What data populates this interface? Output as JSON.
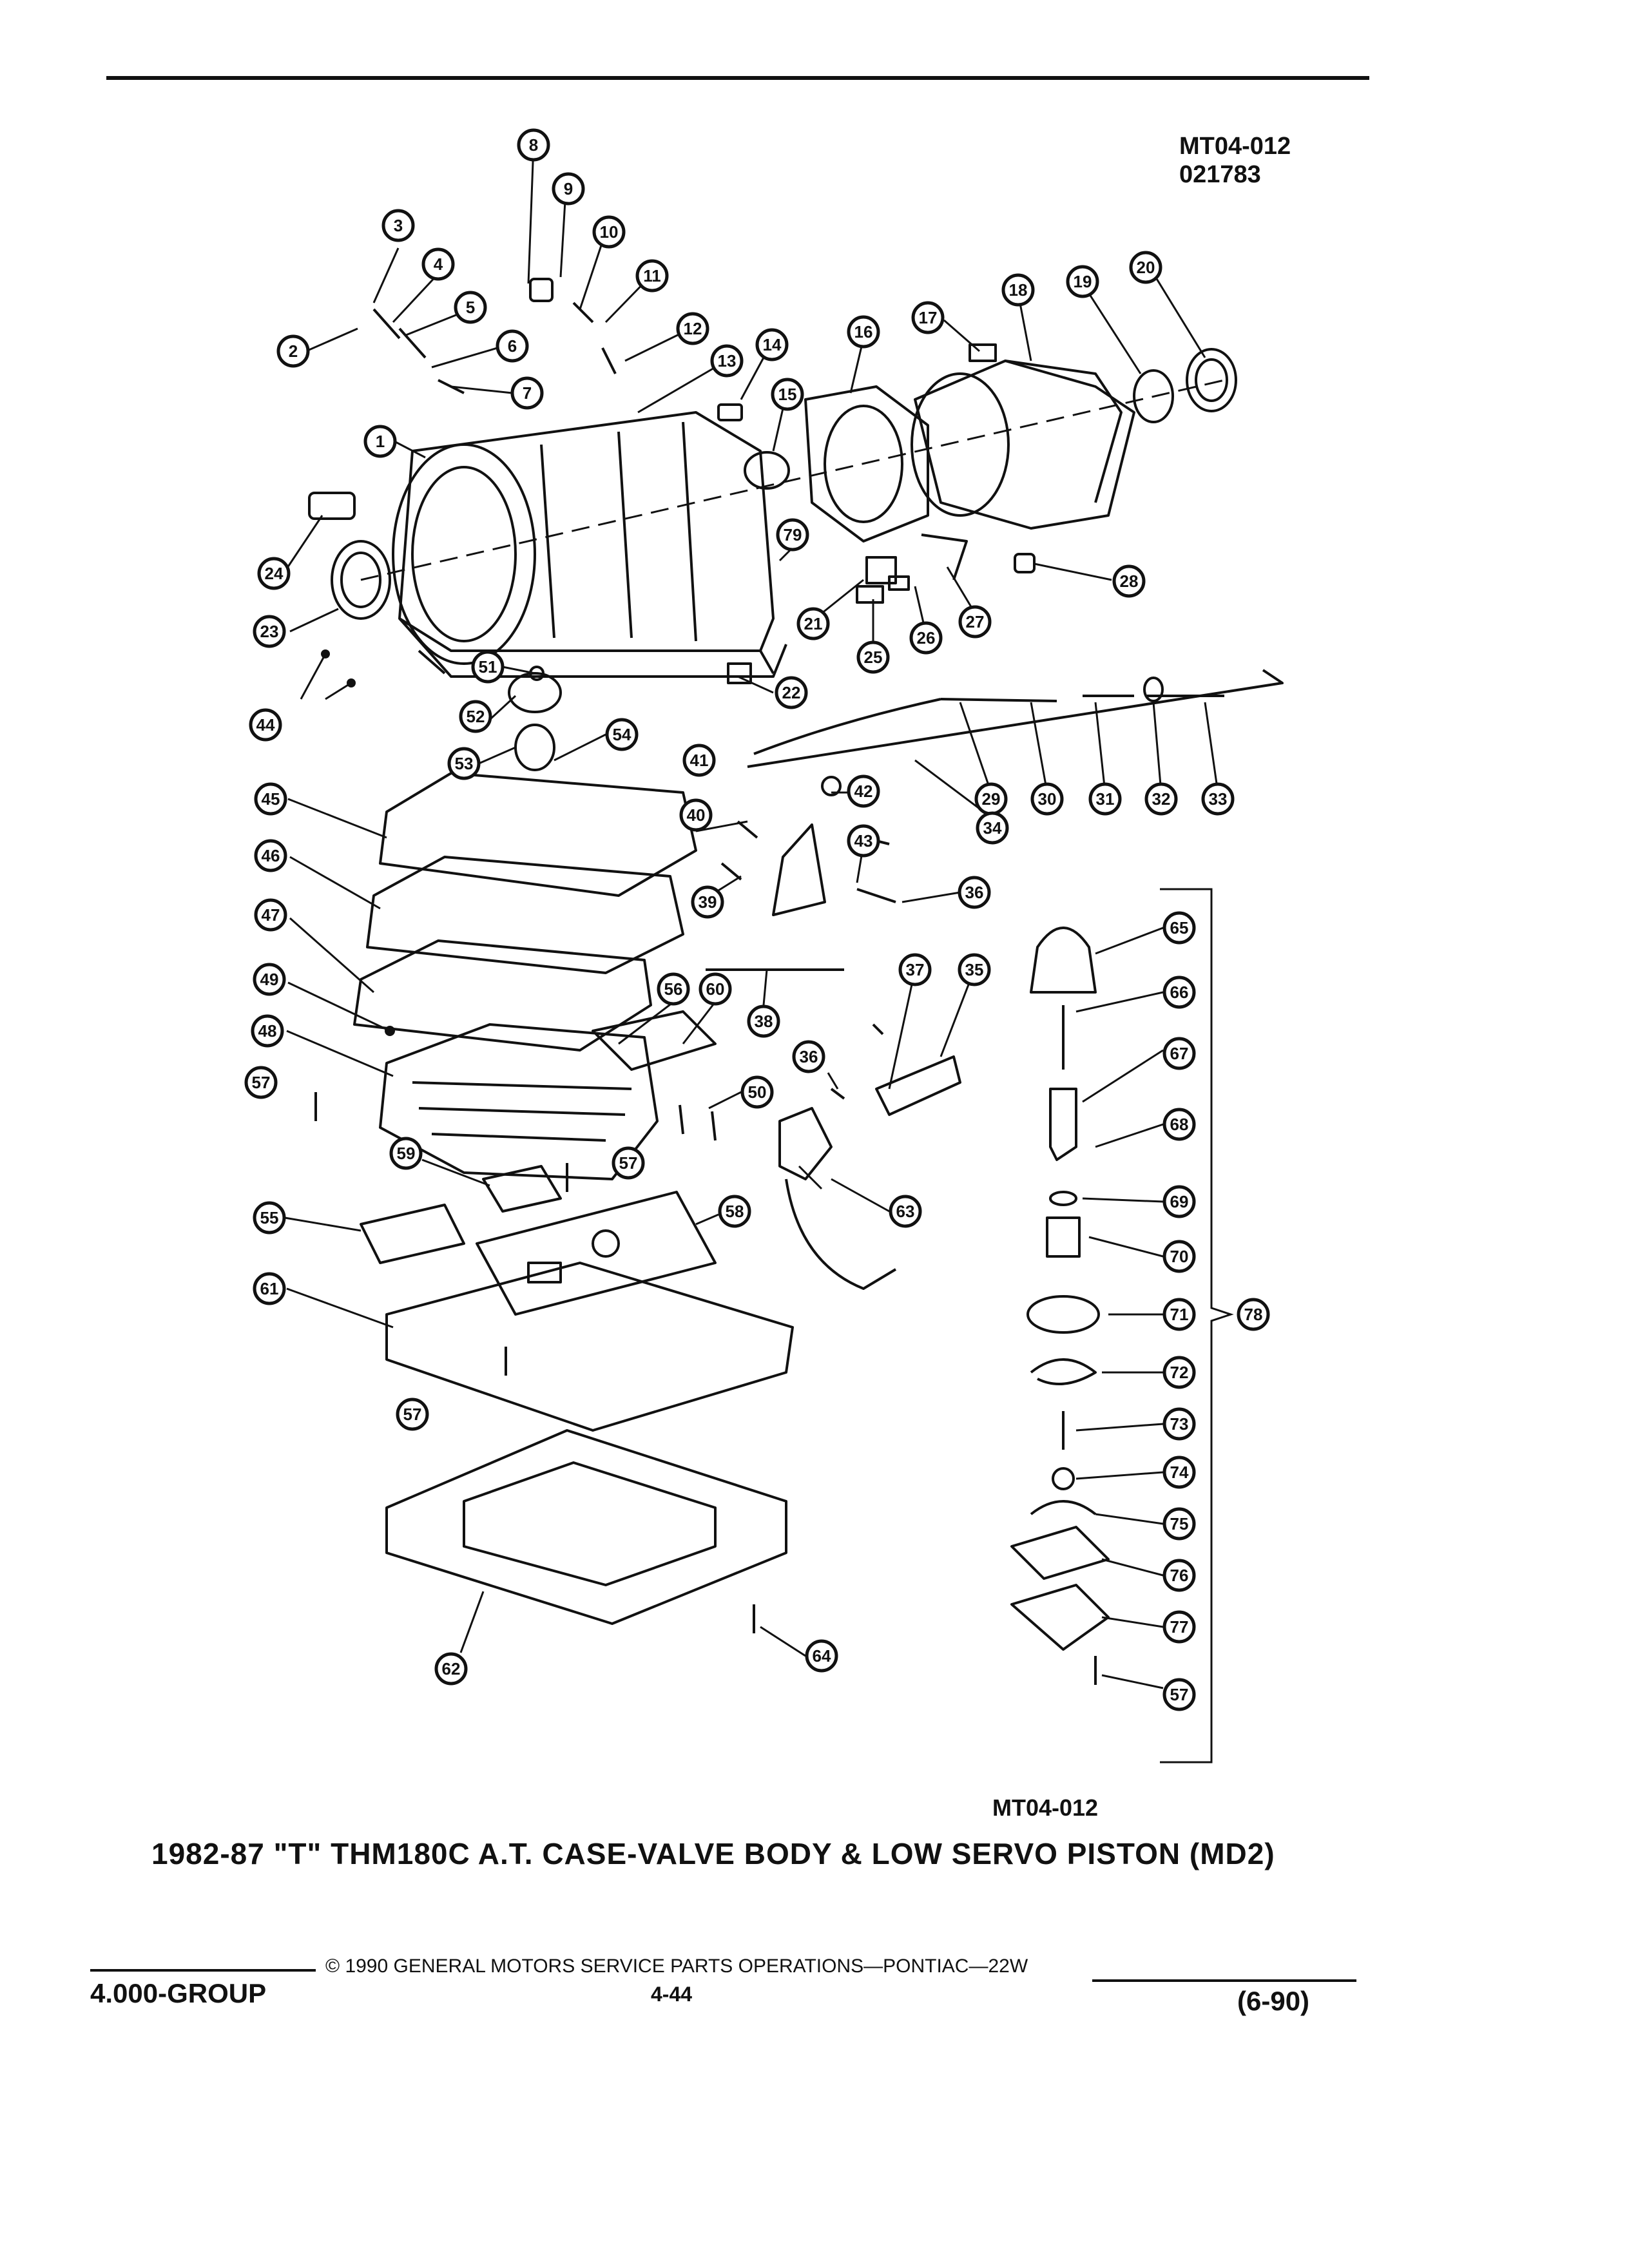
{
  "figure_code_top": [
    "MT04-012",
    "021783"
  ],
  "figure_code_bottom": "MT04-012",
  "caption": "1982-87 \"T\" THM180C A.T. CASE-VALVE BODY & LOW SERVO PISTON (MD2)",
  "footer": {
    "copyright": "© 1990 GENERAL MOTORS SERVICE PARTS OPERATIONS—PONTIAC—22W",
    "group": "4.000-GROUP",
    "page": "4-44",
    "date": "(6-90)"
  },
  "callouts": [
    "1",
    "2",
    "3",
    "4",
    "5",
    "6",
    "7",
    "8",
    "9",
    "10",
    "11",
    "12",
    "13",
    "14",
    "15",
    "16",
    "17",
    "18",
    "19",
    "20",
    "21",
    "22",
    "23",
    "24",
    "25",
    "26",
    "27",
    "28",
    "29",
    "30",
    "31",
    "32",
    "33",
    "34",
    "35",
    "36",
    "37",
    "38",
    "39",
    "40",
    "41",
    "42",
    "43",
    "44",
    "45",
    "46",
    "47",
    "48",
    "49",
    "50",
    "51",
    "52",
    "53",
    "54",
    "55",
    "56",
    "57",
    "58",
    "59",
    "60",
    "61",
    "62",
    "63",
    "64",
    "65",
    "66",
    "67",
    "68",
    "69",
    "70",
    "71",
    "72",
    "73",
    "74",
    "75",
    "76",
    "77",
    "78",
    "79"
  ],
  "extra_callouts": [
    "36",
    "57",
    "57",
    "57"
  ]
}
